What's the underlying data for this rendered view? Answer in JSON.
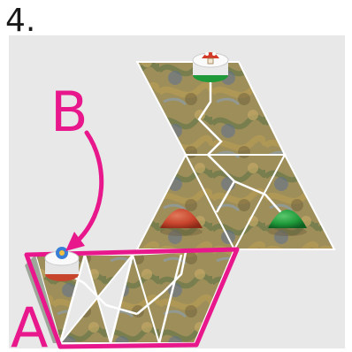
{
  "step": {
    "label": "4."
  },
  "callouts": {
    "label_a": "A",
    "label_b": "B"
  },
  "colors": {
    "background": "#e8e8e8",
    "accent_magenta": "#e8188c",
    "path_line": "#ffffff",
    "pawn_red": "#c8452d",
    "pawn_green": "#1f9a3a"
  },
  "pieces": [
    {
      "name": "mushroom-token",
      "icon": "mushroom-icon",
      "base_color": "green"
    },
    {
      "name": "flower-token",
      "icon": "blue-flower-icon",
      "base_color": "red"
    },
    {
      "name": "red-pawn",
      "color": "red"
    },
    {
      "name": "green-pawn",
      "color": "green"
    }
  ]
}
